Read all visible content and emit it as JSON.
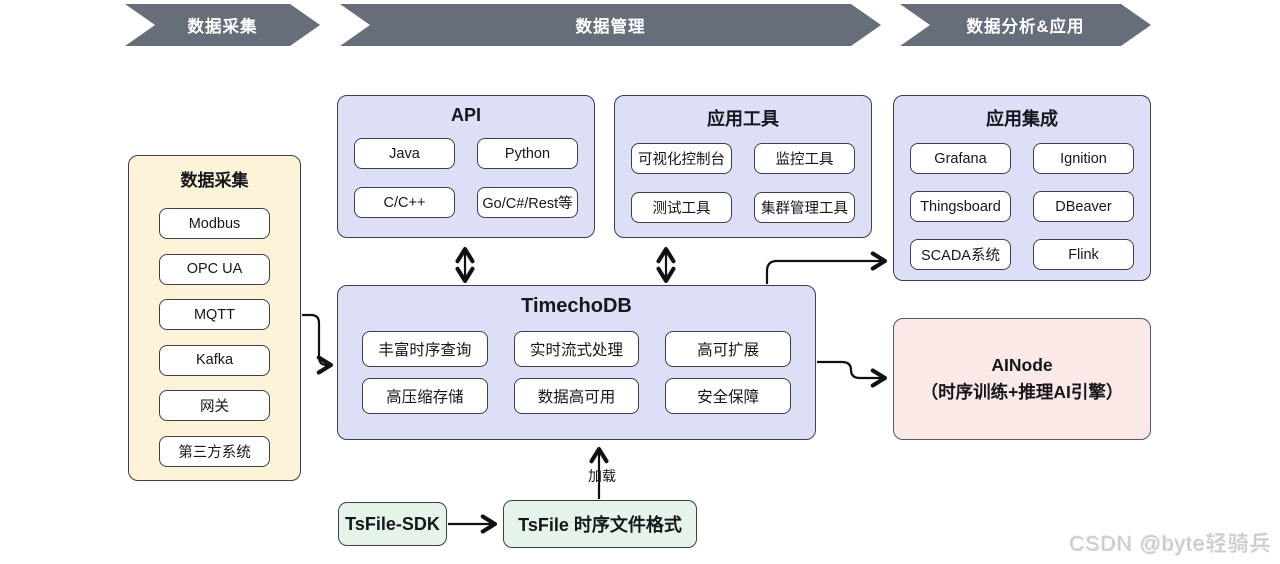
{
  "banners": [
    {
      "label": "数据采集"
    },
    {
      "label": "数据管理"
    },
    {
      "label": "数据分析&应用"
    }
  ],
  "collect": {
    "title": "数据采集",
    "items": [
      "Modbus",
      "OPC UA",
      "MQTT",
      "Kafka",
      "网关",
      "第三方系统"
    ]
  },
  "api": {
    "title": "API",
    "items": [
      "Java",
      "Python",
      "C/C++",
      "Go/C#/Rest等"
    ]
  },
  "tools": {
    "title": "应用工具",
    "items": [
      "可视化控制台",
      "监控工具",
      "测试工具",
      "集群管理工具"
    ]
  },
  "integration": {
    "title": "应用集成",
    "items": [
      "Grafana",
      "Ignition",
      "Thingsboard",
      "DBeaver",
      "SCADA系统",
      "Flink"
    ]
  },
  "timechodb": {
    "title": "TimechoDB",
    "items": [
      "丰富时序查询",
      "实时流式处理",
      "高可扩展",
      "高压缩存储",
      "数据高可用",
      "安全保障"
    ]
  },
  "ainode": {
    "line1": "AINode",
    "line2": "（时序训练+推理AI引擎）"
  },
  "tsfile": {
    "sdk_label": "TsFile-SDK",
    "format_label": "TsFile 时序文件格式",
    "load_label": "加载"
  },
  "watermark": "CSDN @byte轻骑兵",
  "colors": {
    "banner": "#666E7A",
    "purple_panel": "#DCDFF6",
    "yellow_panel": "#FCF3D8",
    "pink_panel": "#FBE9E7",
    "green_box": "#E5F3E8",
    "border": "#3B3F48",
    "arrow": "#111111"
  }
}
